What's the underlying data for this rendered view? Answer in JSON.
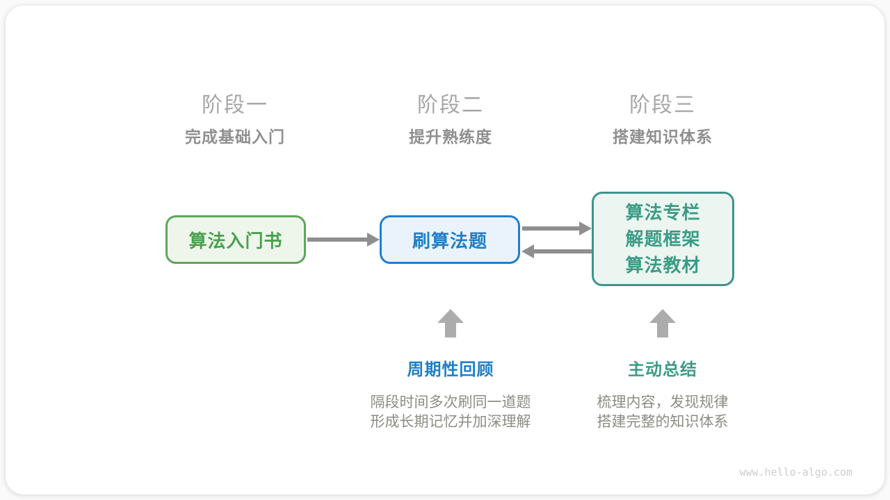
{
  "watermark": "www.hello-algo.com",
  "colors": {
    "green_border": "#5fa65a",
    "green_bg": "#eef6ec",
    "green_text": "#4aa04e",
    "blue_border": "#1e7fd0",
    "blue_bg": "#eaf3fb",
    "blue_text": "#1e7fc9",
    "teal_border": "#3e948b",
    "teal_bg": "#edf5f1",
    "teal_text": "#3a9c85",
    "arrow_gray": "#8f8f8f",
    "block_arrow_gray": "#acacac",
    "stage_title_gray": "#a6a6a6",
    "stage_subtitle_gray": "#8f8f8f",
    "description_gray": "#8c8c86",
    "watermark_gray": "#cccccc"
  },
  "stages": [
    {
      "title": "阶段一",
      "subtitle": "完成基础入门"
    },
    {
      "title": "阶段二",
      "subtitle": "提升熟练度"
    },
    {
      "title": "阶段三",
      "subtitle": "搭建知识体系"
    }
  ],
  "nodes": {
    "intro_book": {
      "label": "算法入门书"
    },
    "practice": {
      "label": "刷算法题"
    },
    "resources": {
      "lines": [
        "算法专栏",
        "解题框架",
        "算法教材"
      ]
    }
  },
  "annotations": {
    "review": {
      "label": "周期性回顾",
      "desc_lines": [
        "隔段时间多次刷同一道题",
        "形成长期记忆并加深理解"
      ]
    },
    "summary": {
      "label": "主动总结",
      "desc_lines": [
        "梳理内容，发现规律",
        "搭建完整的知识体系"
      ]
    }
  },
  "edges": [
    {
      "from": "intro_book",
      "to": "practice",
      "direction": "right"
    },
    {
      "from": "practice",
      "to": "resources",
      "direction": "right"
    },
    {
      "from": "resources",
      "to": "practice",
      "direction": "left"
    },
    {
      "from": "review",
      "to": "practice",
      "direction": "up"
    },
    {
      "from": "summary",
      "to": "resources",
      "direction": "up"
    }
  ]
}
